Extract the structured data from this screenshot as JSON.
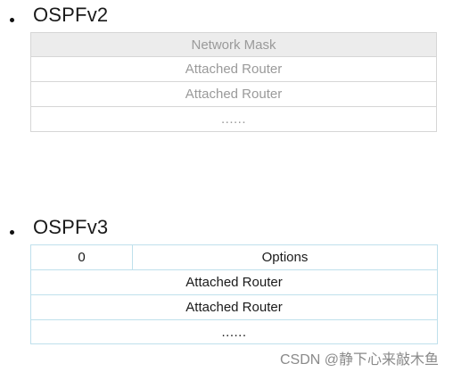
{
  "ospfv2": {
    "title": "OSPFv2",
    "rows": [
      "Network Mask",
      "Attached Router",
      "Attached Router",
      "......"
    ]
  },
  "ospfv3": {
    "title": "OSPFv3",
    "header": {
      "left": "0",
      "right": "Options"
    },
    "rows": [
      "Attached Router",
      "Attached Router",
      "......"
    ]
  },
  "watermark": "CSDN @静下心来敲木鱼"
}
